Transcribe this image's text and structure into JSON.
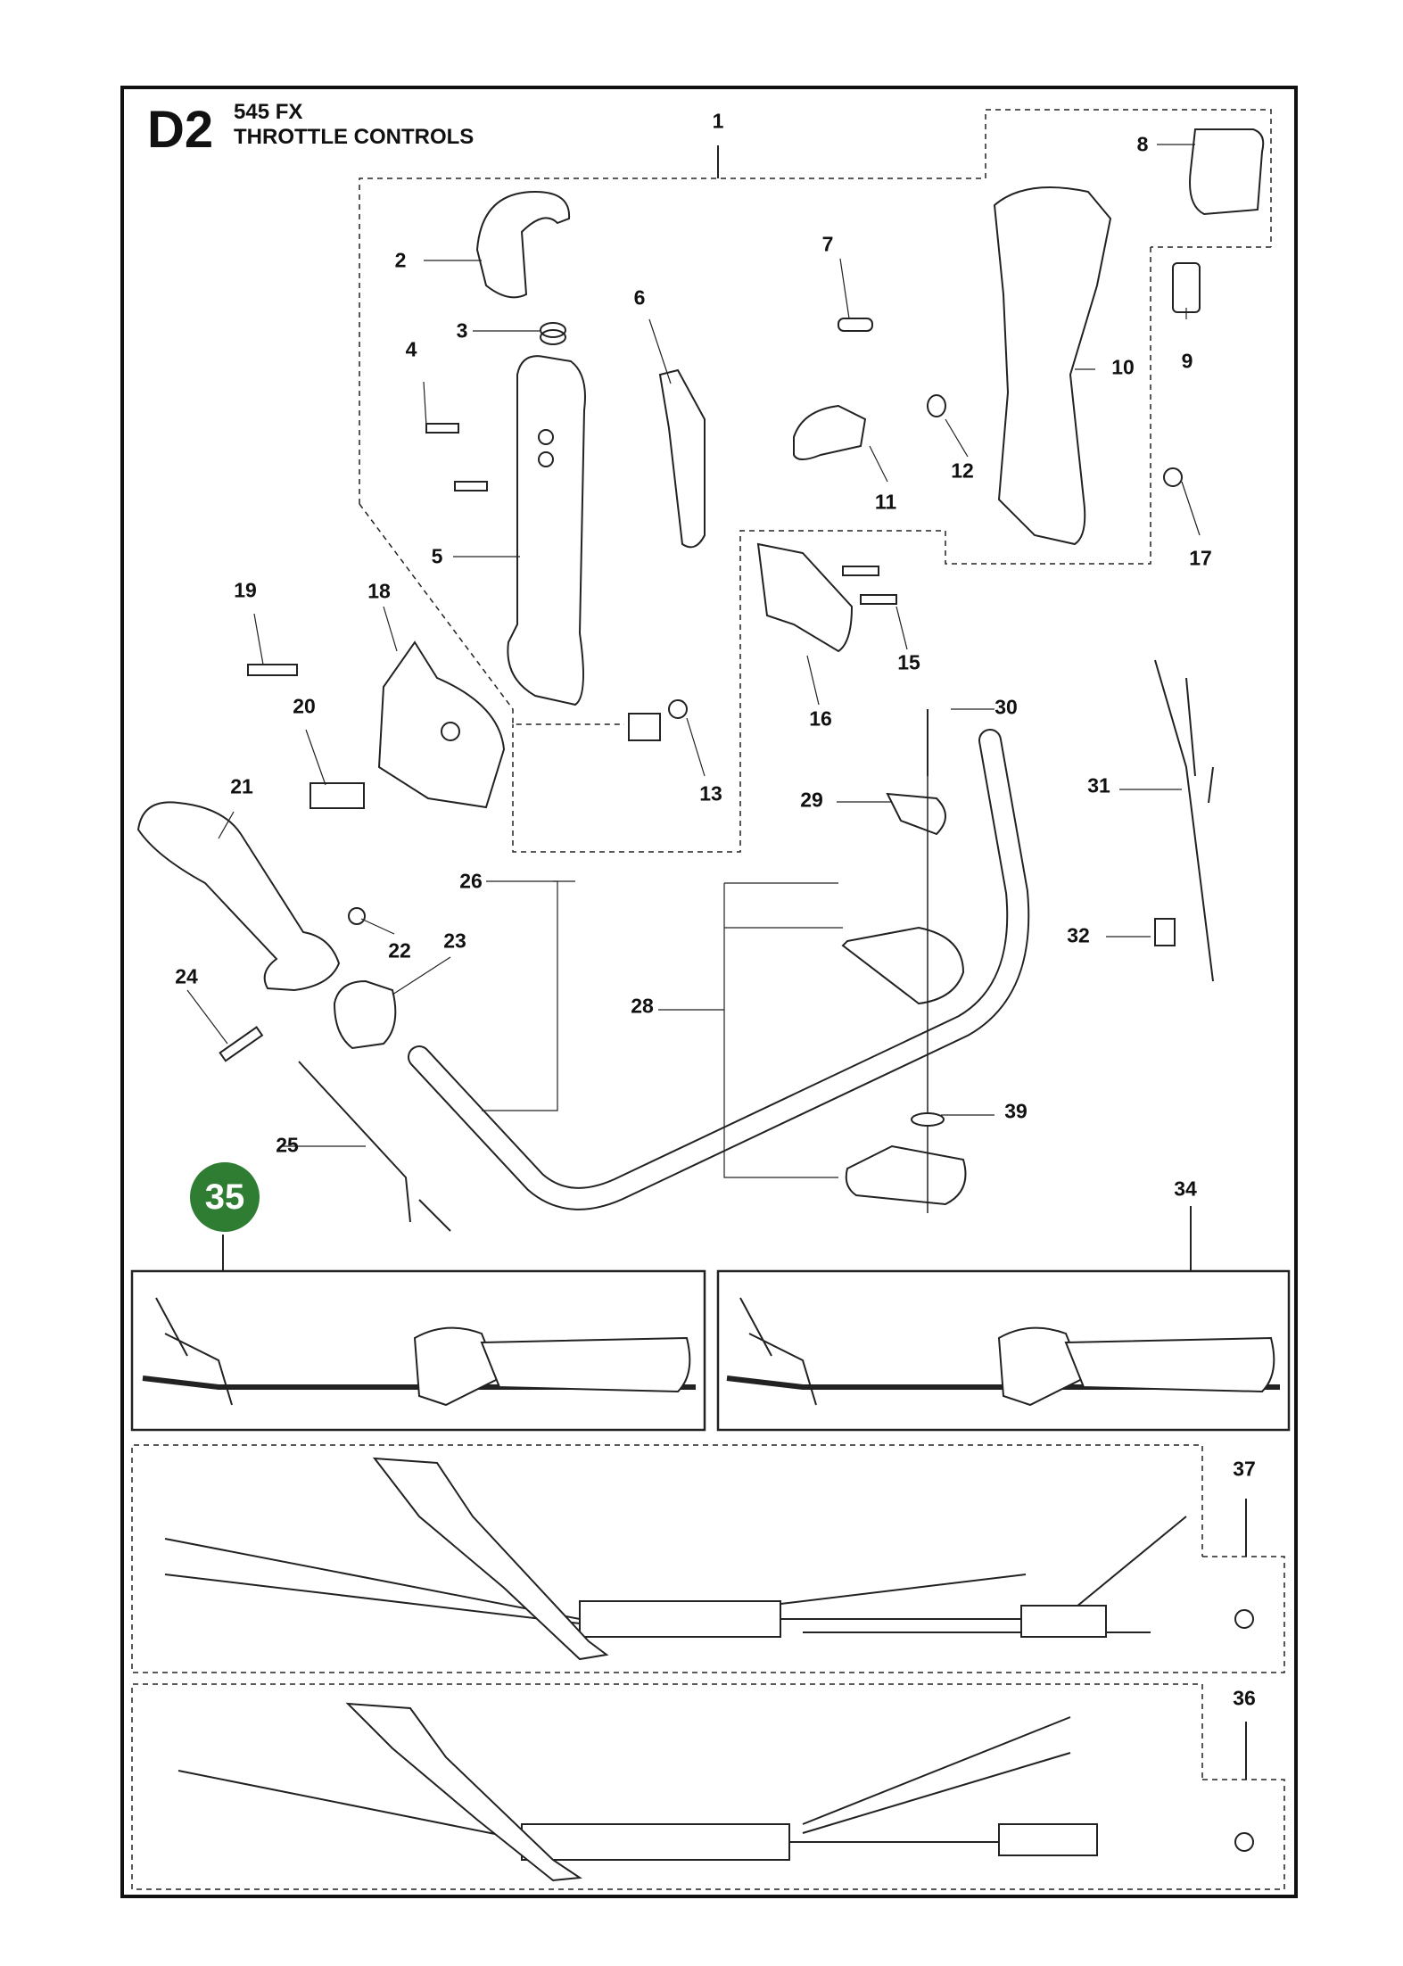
{
  "header": {
    "code": "D2",
    "model": "545 FX",
    "section": "THROTTLE CONTROLS"
  },
  "callouts": {
    "c1": "1",
    "c2": "2",
    "c3": "3",
    "c4": "4",
    "c5": "5",
    "c6": "6",
    "c7": "7",
    "c8": "8",
    "c9": "9",
    "c10": "10",
    "c11": "11",
    "c12": "12",
    "c13": "13",
    "c15": "15",
    "c16": "16",
    "c17": "17",
    "c18": "18",
    "c19": "19",
    "c20": "20",
    "c21": "21",
    "c22": "22",
    "c23": "23",
    "c24": "24",
    "c25": "25",
    "c26": "26",
    "c28": "28",
    "c29": "29",
    "c30": "30",
    "c31": "31",
    "c32": "32",
    "c34": "34",
    "c36": "36",
    "c37": "37",
    "c39": "39"
  },
  "badge": {
    "label": "35",
    "color": "#2e7d32"
  }
}
